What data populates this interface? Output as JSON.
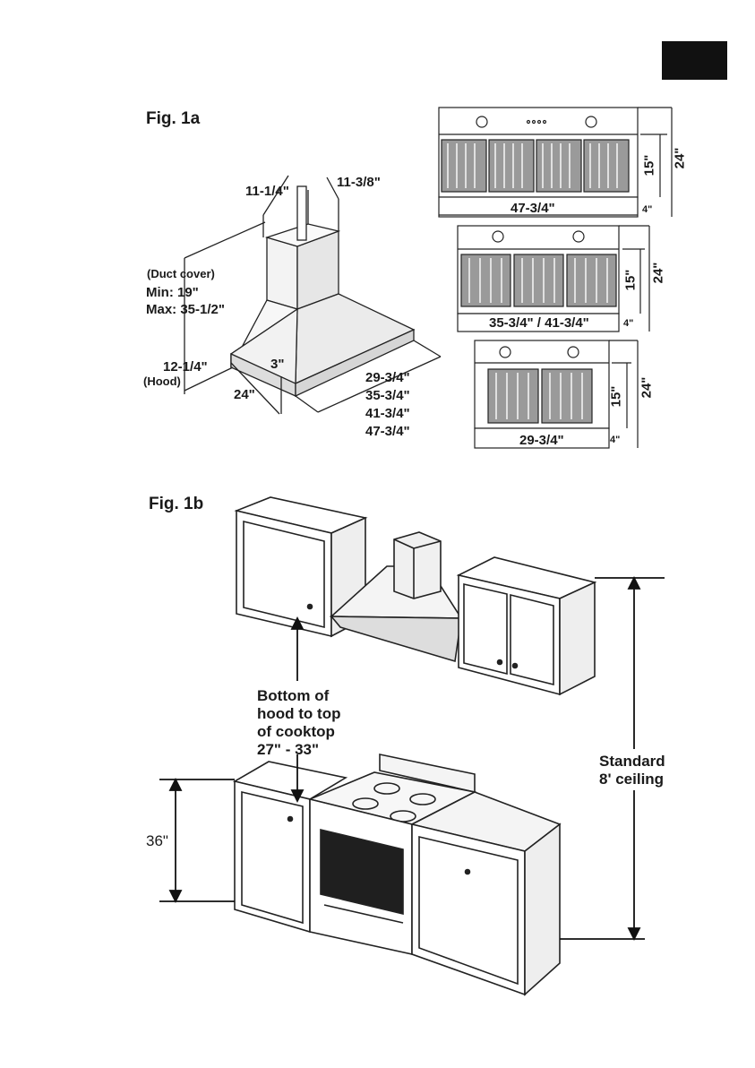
{
  "fig1a": {
    "title": "Fig. 1a",
    "width_top": "11-1/4\"",
    "depth_top": "11-3/8\"",
    "duct_cover_label": "(Duct cover)",
    "duct_min": "Min: 19\"",
    "duct_max": "Max: 35-1/2\"",
    "hood_height": "12-1/4\"",
    "hood_label": "(Hood)",
    "front_edge": "3\"",
    "depth": "24\"",
    "widths": [
      "29-3/4\"",
      "35-3/4\"",
      "41-3/4\"",
      "47-3/4\""
    ]
  },
  "views": [
    {
      "width": "47-3/4\"",
      "filter_h": "15\"",
      "total_h": "24\"",
      "bottom": "4\""
    },
    {
      "width": "35-3/4\" / 41-3/4\"",
      "filter_h": "15\"",
      "total_h": "24\"",
      "bottom": "4\""
    },
    {
      "width": "29-3/4\"",
      "filter_h": "15\"",
      "total_h": "24\"",
      "bottom": "4\""
    }
  ],
  "fig1b": {
    "title": "Fig. 1b",
    "clearance_line1": "Bottom of",
    "clearance_line2": "hood to top",
    "clearance_line3": "of cooktop",
    "clearance_line4": "27\" - 33\"",
    "counter_height": "36\"",
    "ceiling_line1": "Standard",
    "ceiling_line2": "8' ceiling"
  }
}
